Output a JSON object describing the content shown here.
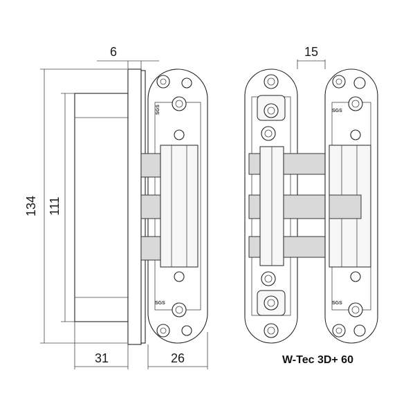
{
  "dimensions": {
    "flange_thickness": "6",
    "leaf_offset": "15",
    "overall_height": "134",
    "body_height": "111",
    "body_depth": "31",
    "leaf_width": "26"
  },
  "product": {
    "name": "W-Tec 3D+ 60",
    "brand_mark": "SGS"
  },
  "colors": {
    "line": "#222222",
    "hinge_fill": "#ffffff",
    "arm_fill": "#d9d9d9"
  }
}
